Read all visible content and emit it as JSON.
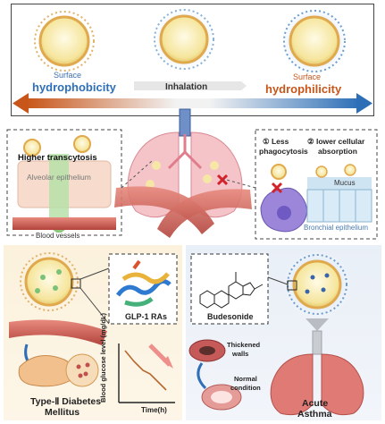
{
  "top": {
    "left_caption_1": "Surface",
    "left_caption_2": "hydrophobicity",
    "center_caption": "Inhalation",
    "right_caption_1": "Surface",
    "right_caption_2": "hydrophilicity"
  },
  "middle": {
    "left_title": "Higher transcytosis",
    "left_epithelium": "Alveolar epithelium",
    "left_vessels": "Blood vessels",
    "right_less": "① Less",
    "right_phago": "phagocytosis",
    "right_lower": "② lower cellular",
    "right_absorption": "absorption",
    "right_mucus": "Mucus",
    "right_bronchial": "Bronchial epithelium"
  },
  "bottom_left": {
    "glp_label": "GLP-1 RAs",
    "ylabel_1": "Blood glucose level",
    "ylabel_2": "(mg/dL)",
    "xlabel": "Time(h)",
    "disease_1": "Type-Ⅱ Diabetes",
    "disease_2": "Mellitus"
  },
  "bottom_right": {
    "drug_label": "Budesonide",
    "thickened_1": "Thickened",
    "thickened_2": "walls",
    "normal_1": "Normal",
    "normal_2": "condition",
    "disease_1": "Acute",
    "disease_2": "Asthma"
  },
  "colors": {
    "orange": "#d2691e",
    "blue": "#2e6fb8",
    "nanoparticle_core": "#f7e7a6",
    "tissue_red": "#c0504d"
  }
}
